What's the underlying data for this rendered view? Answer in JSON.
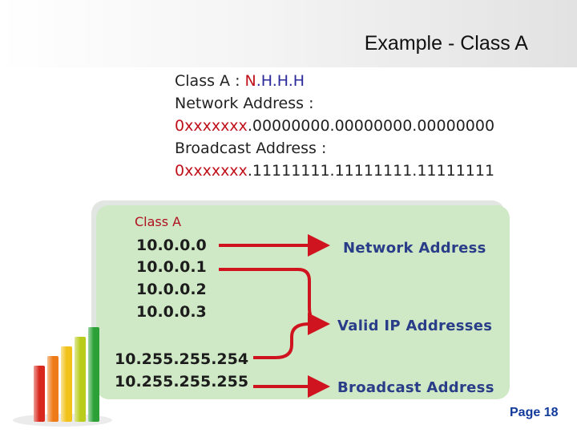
{
  "slide": {
    "title": "Example - Class  A",
    "page": "Page 18"
  },
  "info": {
    "class_a_prefix": "Class A : ",
    "class_a_n": "N",
    "class_a_hhh": ".H.H.H",
    "network_label": "Network Address :",
    "network_prefix": "0xxxxxxx",
    "network_rest": ".00000000.00000000.00000000",
    "broadcast_label": "Broadcast Address :",
    "broadcast_prefix": "0xxxxxxx",
    "broadcast_rest": ".11111111.11111111.11111111"
  },
  "diagram": {
    "class_label": "Class A",
    "ips": [
      "10.0.0.0",
      "10.0.0.1",
      "10.0.0.2",
      "10.0.0.3",
      "10.255.255.254",
      "10.255.255.255"
    ],
    "categories": [
      "Network Address",
      "Valid IP Addresses",
      "Broadcast Address"
    ]
  },
  "colors": {
    "accent_red": "#c0111b",
    "accent_blue": "#2a3d88",
    "panel_green": "#cfe8c6",
    "page_blue": "#123a9a"
  }
}
